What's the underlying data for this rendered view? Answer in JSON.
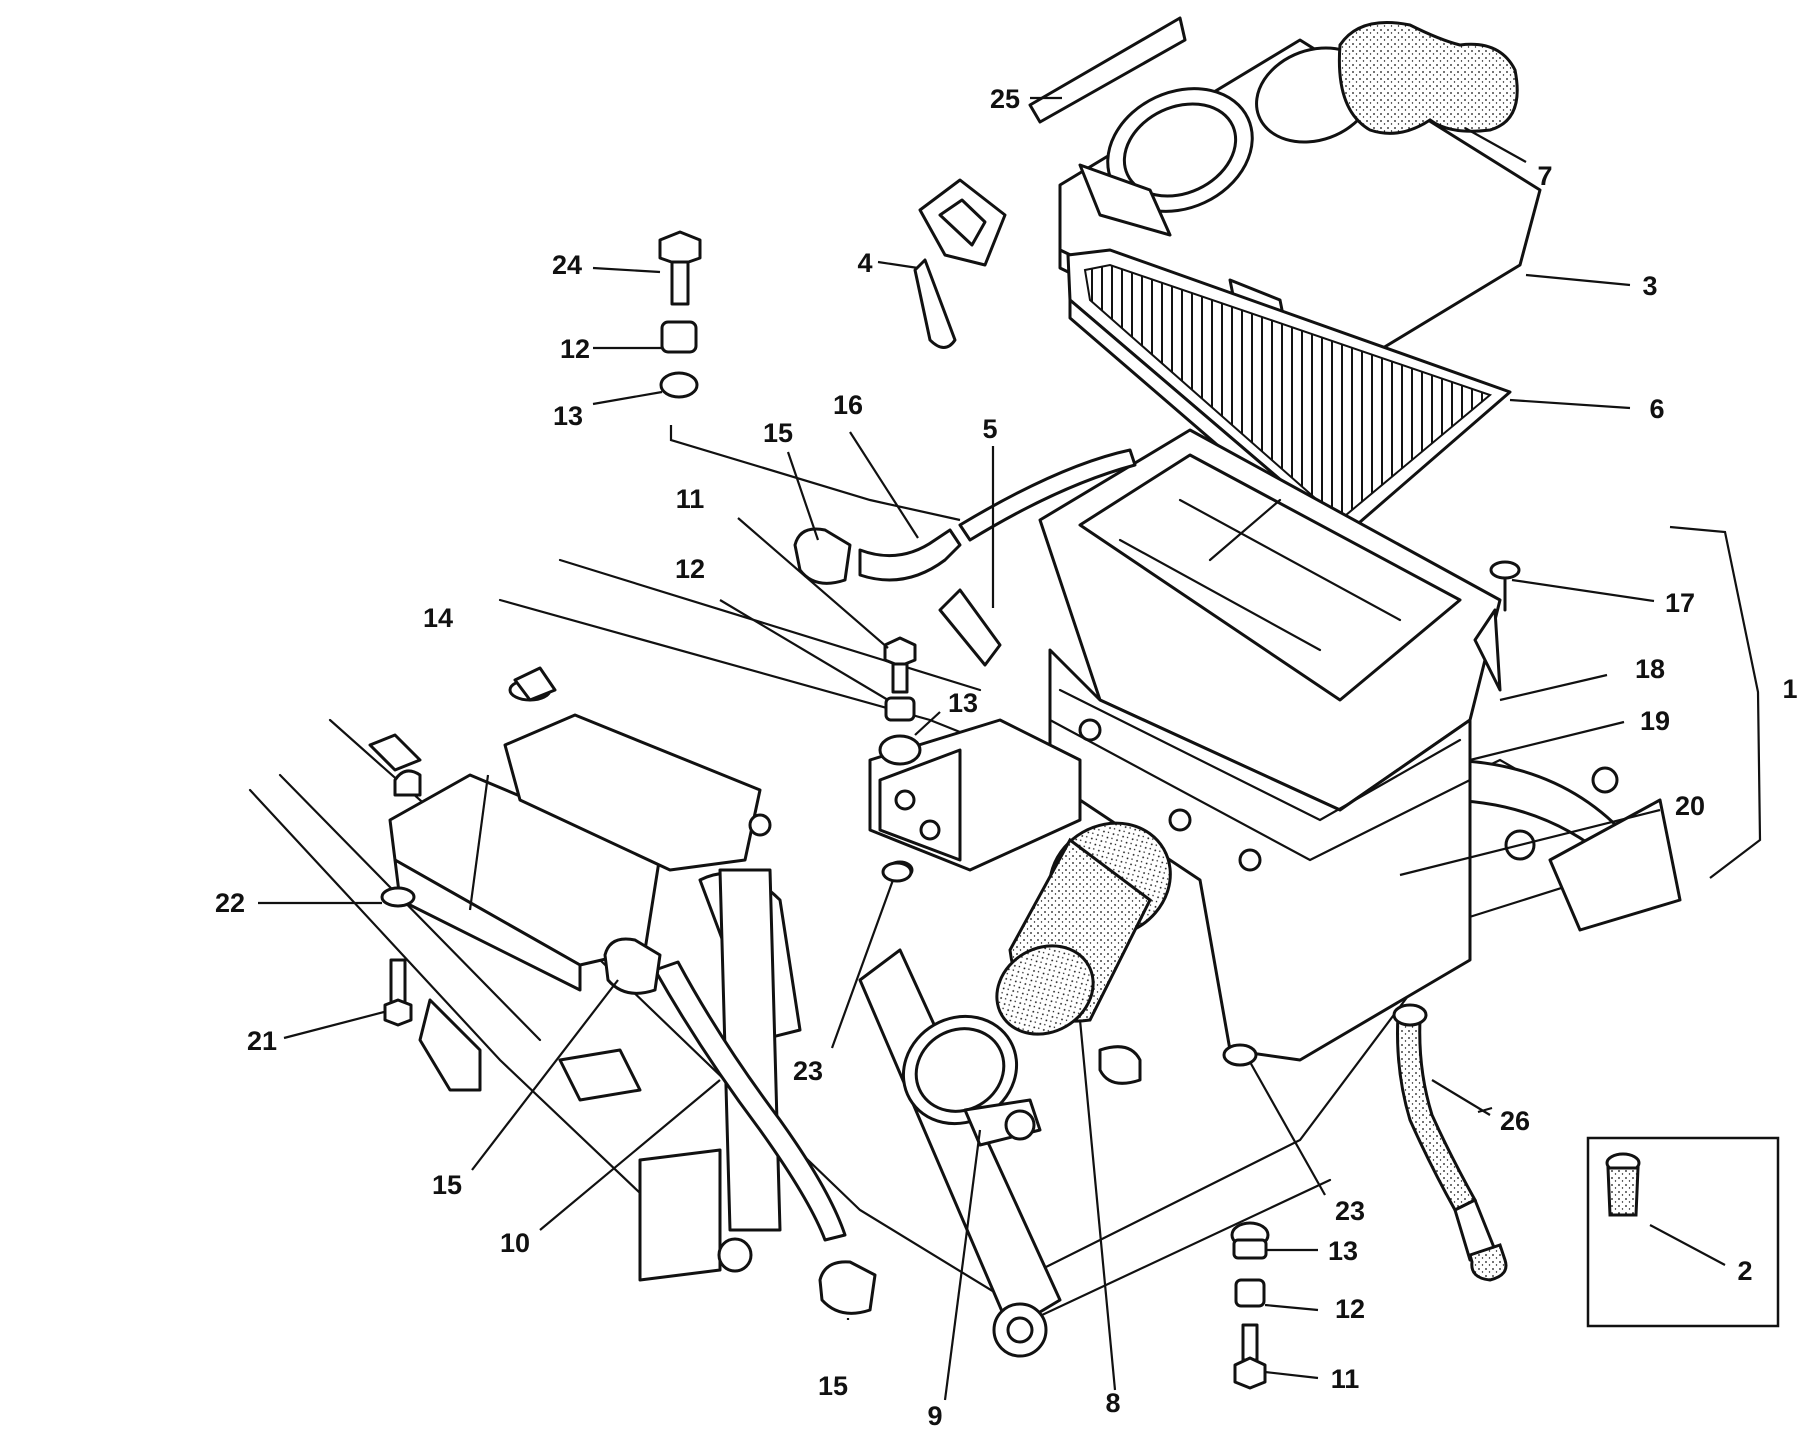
{
  "callouts": [
    "1",
    "2",
    "3",
    "4",
    "5",
    "6",
    "7",
    "8",
    "9",
    "10",
    "11",
    "12",
    "13",
    "14",
    "15",
    "16",
    "17",
    "18",
    "19",
    "20",
    "21",
    "22",
    "23",
    "24",
    "25",
    "26"
  ],
  "colors": {
    "ink": "#111111",
    "paper": "#ffffff"
  }
}
